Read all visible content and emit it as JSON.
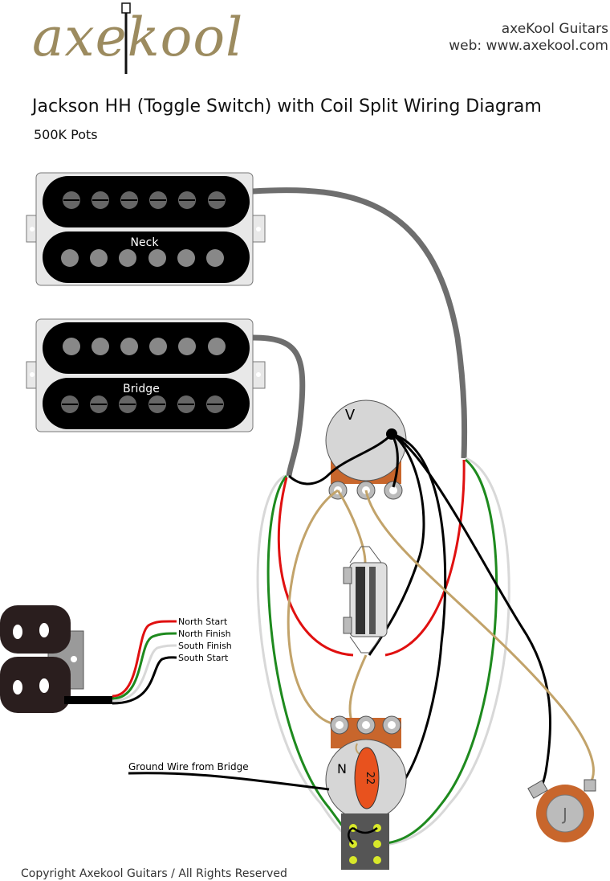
{
  "brand": {
    "logo": "axekool",
    "name": "axeKool Guitars",
    "web": "web: www.axekool.com"
  },
  "title": "Jackson HH (Toggle Switch) with Coil Split Wiring Diagram",
  "subtitle": "500K Pots",
  "pickups": {
    "neck": "Neck",
    "bridge": "Bridge"
  },
  "pot_volume": "V",
  "pot_tone": "N",
  "capacitor": "22",
  "jack": "J",
  "wire_labels": [
    "North Start",
    "North Finish",
    "South Finish",
    "South Start"
  ],
  "ground_label": "Ground Wire from Bridge",
  "colors": {
    "red": "#e01010",
    "green": "#1e8a1e",
    "white": "#d8d8d8",
    "black": "#000000",
    "tan": "#c2a36a",
    "gray": "#6e6e6e",
    "orange": "#e8521e",
    "pot_tab": "#c8662c"
  },
  "copyright": "Copyright Axekool Guitars / All Rights Reserved"
}
